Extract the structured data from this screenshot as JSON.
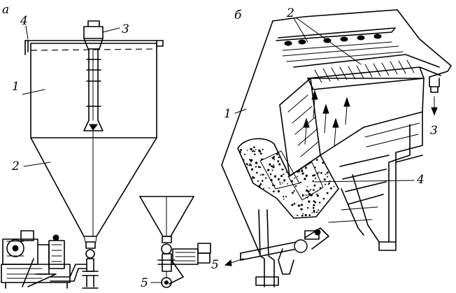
{
  "panels": [
    {
      "letter": "а",
      "callouts": [
        "1",
        "2",
        "3",
        "4",
        "5"
      ]
    },
    {
      "letter": "б",
      "callouts": [
        "1",
        "2",
        "3",
        "4",
        "5"
      ]
    }
  ]
}
